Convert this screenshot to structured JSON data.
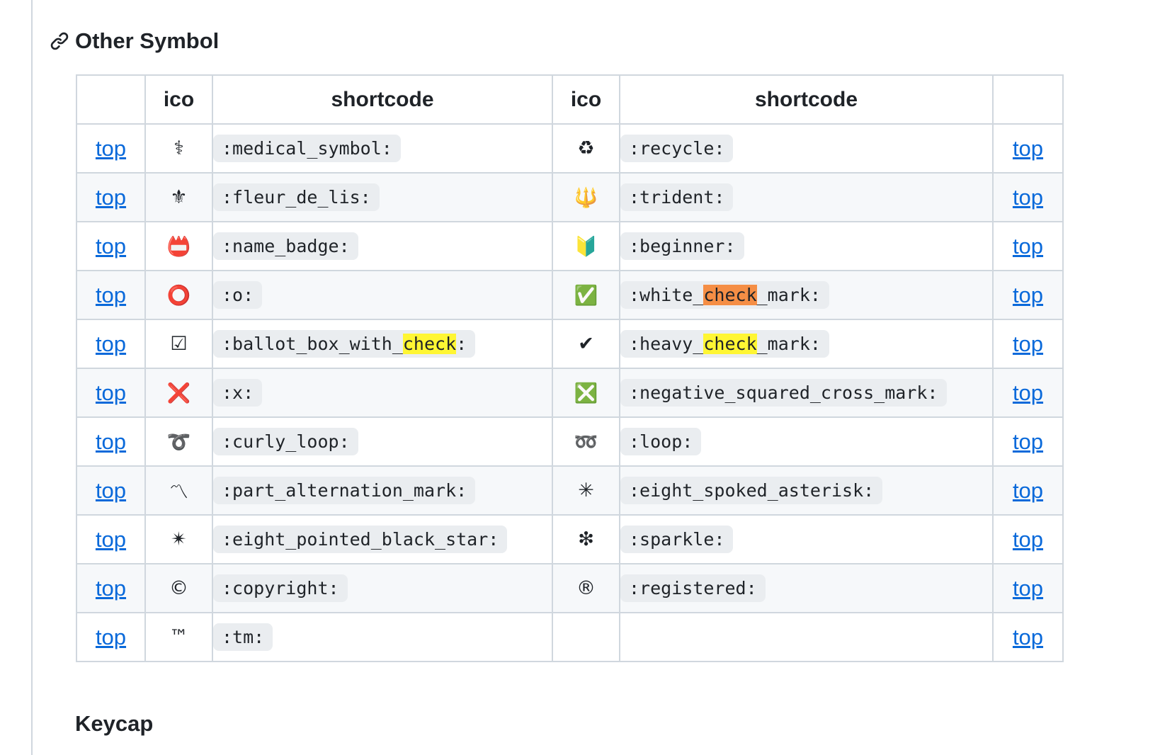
{
  "section": {
    "title": "Other Symbol",
    "next_title": "Keycap"
  },
  "table": {
    "headers": [
      "",
      "ico",
      "shortcode",
      "ico",
      "shortcode",
      ""
    ],
    "rows": [
      {
        "left_top": "top",
        "left_ico": "⚕",
        "left_code": [
          ":medical_symbol:"
        ],
        "right_ico": "♻",
        "right_code": [
          ":recycle:"
        ],
        "right_top": "top"
      },
      {
        "left_top": "top",
        "left_ico": "⚜",
        "left_code": [
          ":fleur_de_lis:"
        ],
        "right_ico": "🔱",
        "right_code": [
          ":trident:"
        ],
        "right_top": "top"
      },
      {
        "left_top": "top",
        "left_ico": "📛",
        "left_code": [
          ":name_badge:"
        ],
        "right_ico": "🔰",
        "right_code": [
          ":beginner:"
        ],
        "right_top": "top"
      },
      {
        "left_top": "top",
        "left_ico": "⭕",
        "left_code": [
          ":o:"
        ],
        "right_ico": "✅",
        "right_code": [
          ":white_",
          "check",
          "_mark:"
        ],
        "right_top": "top"
      },
      {
        "left_top": "top",
        "left_ico": "☑",
        "left_code": [
          ":ballot_box_with_",
          "check",
          ":"
        ],
        "right_ico": "✔",
        "right_code": [
          ":heavy_",
          "check",
          "_mark:"
        ],
        "right_top": "top"
      },
      {
        "left_top": "top",
        "left_ico": "❌",
        "left_code": [
          ":x:"
        ],
        "right_ico": "❎",
        "right_code": [
          ":negative_squared_cross_mark:"
        ],
        "right_top": "top"
      },
      {
        "left_top": "top",
        "left_ico": "➰",
        "left_code": [
          ":curly_loop:"
        ],
        "right_ico": "➿",
        "right_code": [
          ":loop:"
        ],
        "right_top": "top"
      },
      {
        "left_top": "top",
        "left_ico": "〽",
        "left_code": [
          ":part_alternation_mark:"
        ],
        "right_ico": "✳",
        "right_code": [
          ":eight_spoked_asterisk:"
        ],
        "right_top": "top"
      },
      {
        "left_top": "top",
        "left_ico": "✴",
        "left_code": [
          ":eight_pointed_black_star:"
        ],
        "right_ico": "❇",
        "right_code": [
          ":sparkle:"
        ],
        "right_top": "top"
      },
      {
        "left_top": "top",
        "left_ico": "©",
        "left_code": [
          ":copyright:"
        ],
        "right_ico": "®",
        "right_code": [
          ":registered:"
        ],
        "right_top": "top"
      },
      {
        "left_top": "top",
        "left_ico": "™",
        "left_code": [
          ":tm:"
        ],
        "right_ico": "",
        "right_code": [
          ""
        ],
        "right_top": "top"
      }
    ]
  },
  "colors": {
    "link": "#0969da",
    "highlight": "#fff633",
    "highlight_active": "#f58e45",
    "code_bg": "#eaedf0",
    "border": "#d0d7de",
    "stripe": "#f6f8fa"
  },
  "icons": {
    "heading_anchor": "link-icon"
  }
}
